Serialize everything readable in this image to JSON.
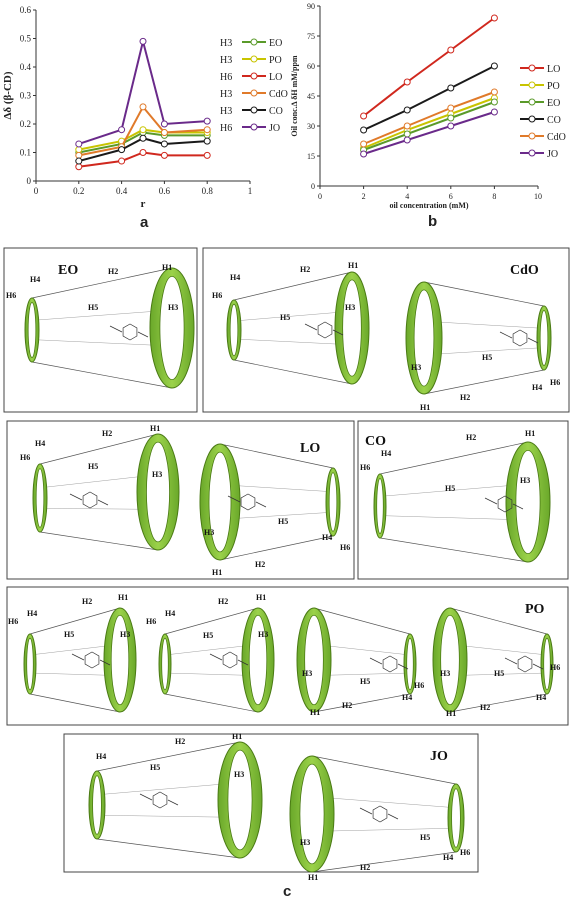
{
  "panel_labels": {
    "a": "a",
    "b": "b",
    "c": "c"
  },
  "colors": {
    "EO": "#5a9a2a",
    "PO": "#c8c400",
    "LO": "#d0281e",
    "CdO": "#e07a2a",
    "CO": "#1a1a1a",
    "JO": "#6a2a8a",
    "ring": "#8cc63f",
    "ring_edge": "#5a8a1a"
  },
  "chart_data": [
    {
      "type": "line",
      "ylabel": "Δδ (β-CD)",
      "xlabel": "r",
      "xlim": [
        0,
        1
      ],
      "ylim": [
        0,
        0.6
      ],
      "xticks": [
        "0",
        "0.2",
        "0.4",
        "0.6",
        "0.8",
        "1"
      ],
      "yticks": [
        "0",
        "0.1",
        "0.2",
        "0.3",
        "0.4",
        "0.5",
        "0.6"
      ],
      "x": [
        0.2,
        0.4,
        0.5,
        0.6,
        0.8
      ],
      "legend_position": "right",
      "series": [
        {
          "name": "EO",
          "proton": "H3",
          "values": [
            0.1,
            0.13,
            0.17,
            0.16,
            0.16
          ]
        },
        {
          "name": "PO",
          "proton": "H3",
          "values": [
            0.11,
            0.14,
            0.18,
            0.17,
            0.17
          ]
        },
        {
          "name": "LO",
          "proton": "H6",
          "values": [
            0.05,
            0.07,
            0.1,
            0.09,
            0.09
          ]
        },
        {
          "name": "CdO",
          "proton": "H3",
          "values": [
            0.09,
            0.12,
            0.26,
            0.17,
            0.18
          ]
        },
        {
          "name": "CO",
          "proton": "H3",
          "values": [
            0.07,
            0.11,
            0.15,
            0.13,
            0.14
          ]
        },
        {
          "name": "JO",
          "proton": "H6",
          "values": [
            0.13,
            0.18,
            0.49,
            0.2,
            0.21
          ]
        }
      ]
    },
    {
      "type": "line",
      "ylabel": "Oil conc.Δ δH mM/ppm",
      "xlabel": "oil concentration (mM)",
      "xlim": [
        0,
        10
      ],
      "ylim": [
        0,
        90
      ],
      "xticks": [
        "0",
        "2",
        "4",
        "6",
        "8",
        "10"
      ],
      "yticks": [
        "0",
        "15",
        "30",
        "45",
        "60",
        "75",
        "90"
      ],
      "x": [
        2,
        4,
        6,
        8
      ],
      "legend_position": "right",
      "series": [
        {
          "name": "LO",
          "values": [
            35,
            52,
            68,
            84
          ]
        },
        {
          "name": "PO",
          "values": [
            19,
            28,
            36,
            44
          ]
        },
        {
          "name": "EO",
          "values": [
            18,
            26,
            34,
            42
          ]
        },
        {
          "name": "CO",
          "values": [
            28,
            38,
            49,
            60
          ]
        },
        {
          "name": "CdO",
          "values": [
            21,
            30,
            39,
            47
          ]
        },
        {
          "name": "JO",
          "values": [
            16,
            23,
            30,
            37
          ]
        }
      ]
    }
  ],
  "complex_boxes": [
    {
      "name": "EO",
      "title": "EO"
    },
    {
      "name": "CdO",
      "title": "CdO"
    },
    {
      "name": "LO",
      "title": "LO"
    },
    {
      "name": "CO",
      "title": "CO"
    },
    {
      "name": "PO",
      "title": "PO"
    },
    {
      "name": "JO",
      "title": "JO"
    }
  ],
  "proton_labels": [
    "H1",
    "H2",
    "H3",
    "H4",
    "H5",
    "H6"
  ]
}
